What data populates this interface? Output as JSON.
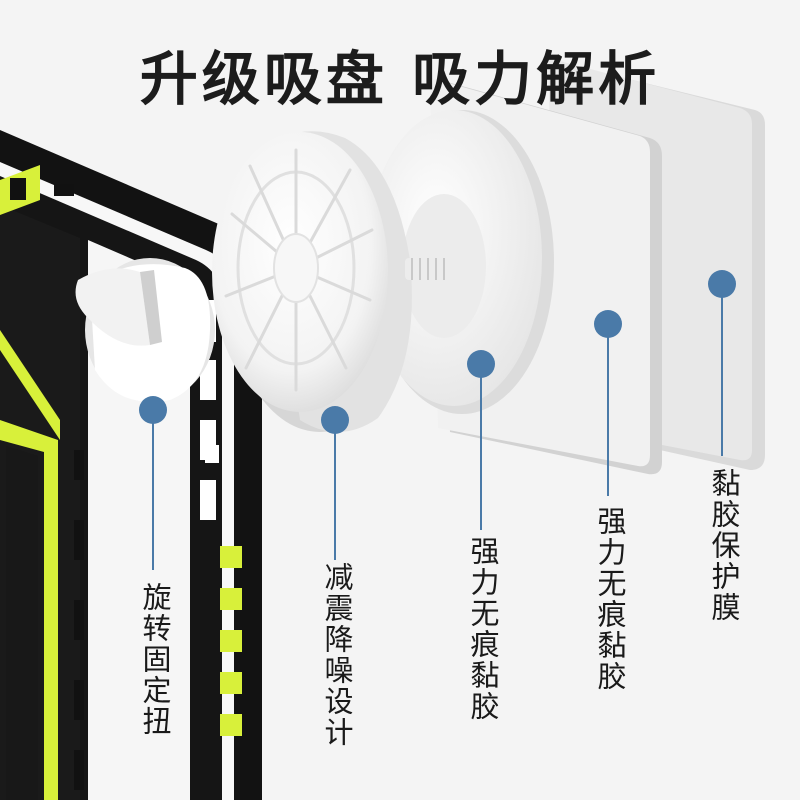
{
  "title": "升级吸盘 吸力解析",
  "colors": {
    "dot": "#4a7aa8",
    "accent": "#d8f03a",
    "frame": "#111111",
    "part": "#ffffff"
  },
  "labels": [
    "旋转固定扭",
    "减震降噪设计",
    "强力无痕黏胶",
    "强力无痕黏胶",
    "黏胶保护膜"
  ]
}
